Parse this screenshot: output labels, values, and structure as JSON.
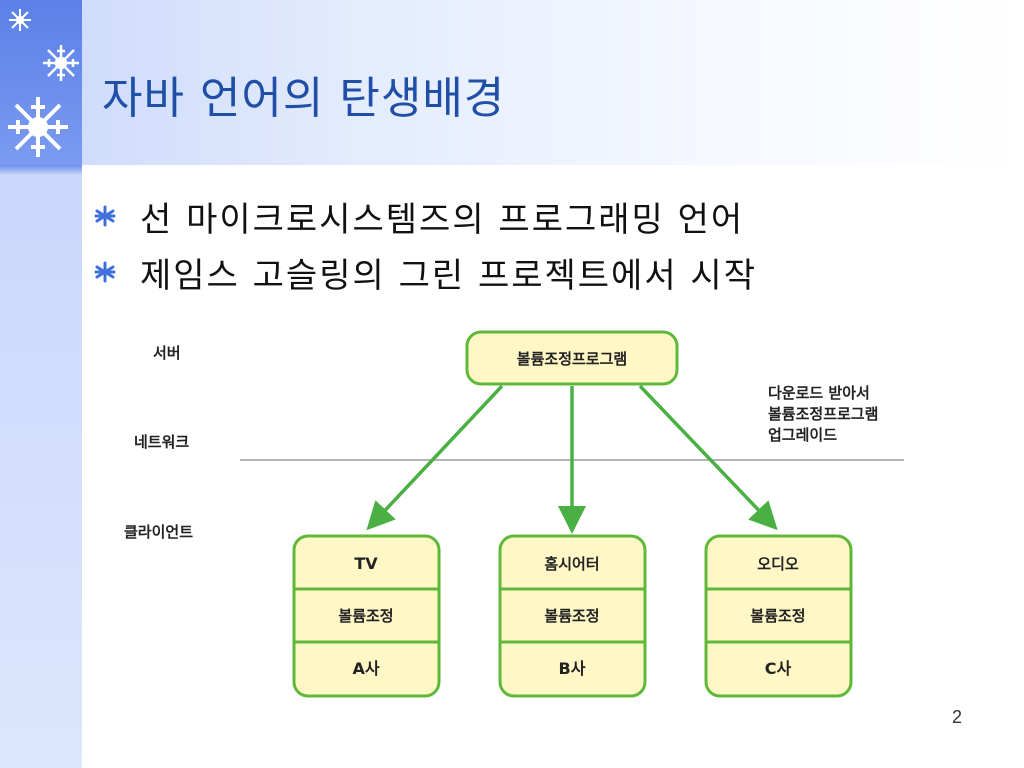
{
  "slide": {
    "title": "자바 언어의 탄생배경",
    "bullets": [
      "선 마이크로시스템즈의 프로그래밍 언어",
      "제임스 고슬링의 그린 프로젝트에서 시작"
    ],
    "page_number": "2"
  },
  "diagram": {
    "layers": {
      "server": "서버",
      "network": "네트워크",
      "client": "클라이언트"
    },
    "server_box": "볼륨조정프로그램",
    "note_lines": [
      "다운로드 받아서",
      "볼륨조정프로그램",
      "업그레이드"
    ],
    "devices": [
      {
        "name": "TV",
        "module": "볼륨조정",
        "maker": "A사"
      },
      {
        "name": "홈시어터",
        "module": "볼륨조정",
        "maker": "B사"
      },
      {
        "name": "오디오",
        "module": "볼륨조정",
        "maker": "C사"
      }
    ],
    "colors": {
      "box_fill": "#fff7c6",
      "box_border": "#5fb83a",
      "arrow": "#4bb043",
      "divider": "#888888",
      "title": "#1f4fa6"
    }
  },
  "decor": {
    "snowflake_icon": "snowflake-icon",
    "bullet_icon": "asterisk-icon"
  }
}
